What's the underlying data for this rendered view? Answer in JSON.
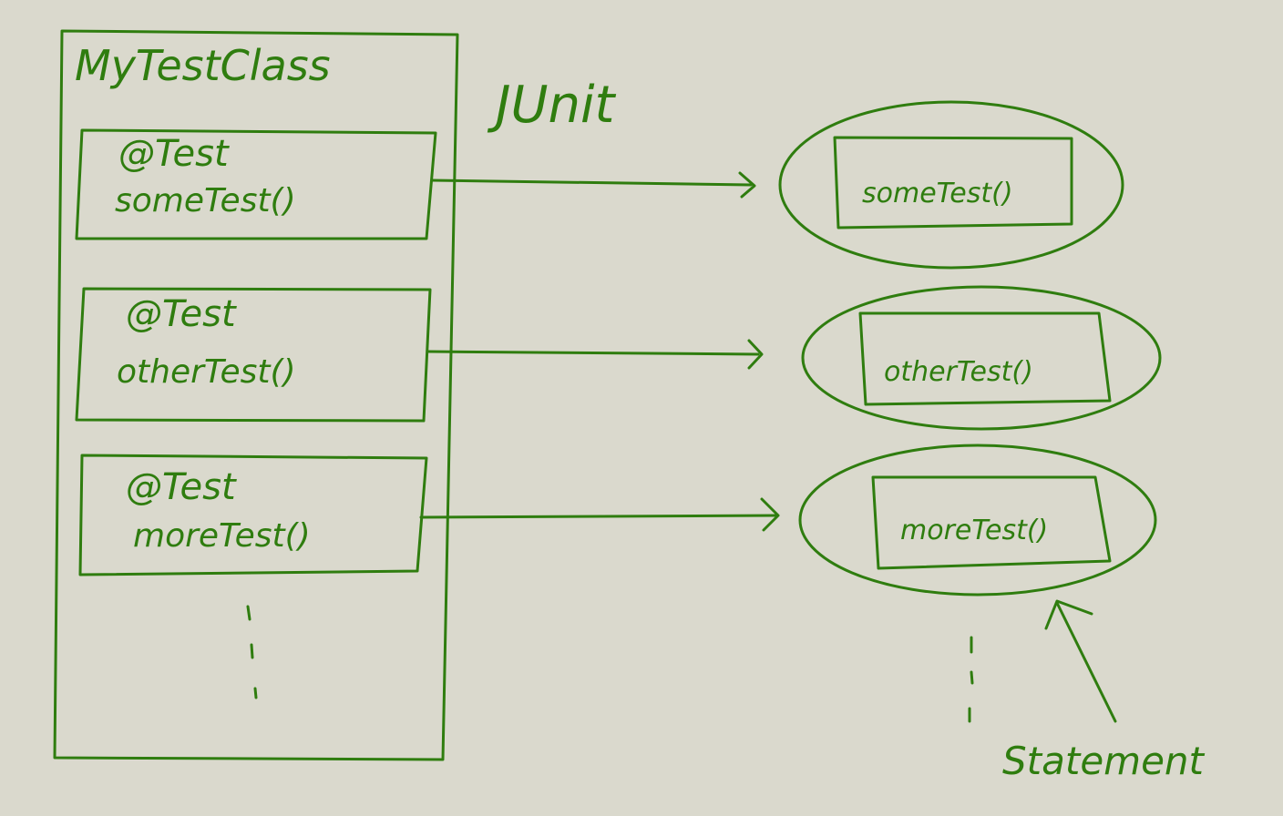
{
  "colors": {
    "background": "#dad9cd",
    "ink": "#2f7d0f"
  },
  "class_box": {
    "title": "MyTestClass",
    "methods": [
      {
        "annotation": "@Test",
        "name": "someTest()"
      },
      {
        "annotation": "@Test",
        "name": "otherTest()"
      },
      {
        "annotation": "@Test",
        "name": "moreTest()"
      }
    ]
  },
  "framework_label": "JUnit",
  "statements": [
    {
      "label": "someTest()"
    },
    {
      "label": "otherTest()"
    },
    {
      "label": "moreTest()"
    }
  ],
  "statement_label": "Statement"
}
